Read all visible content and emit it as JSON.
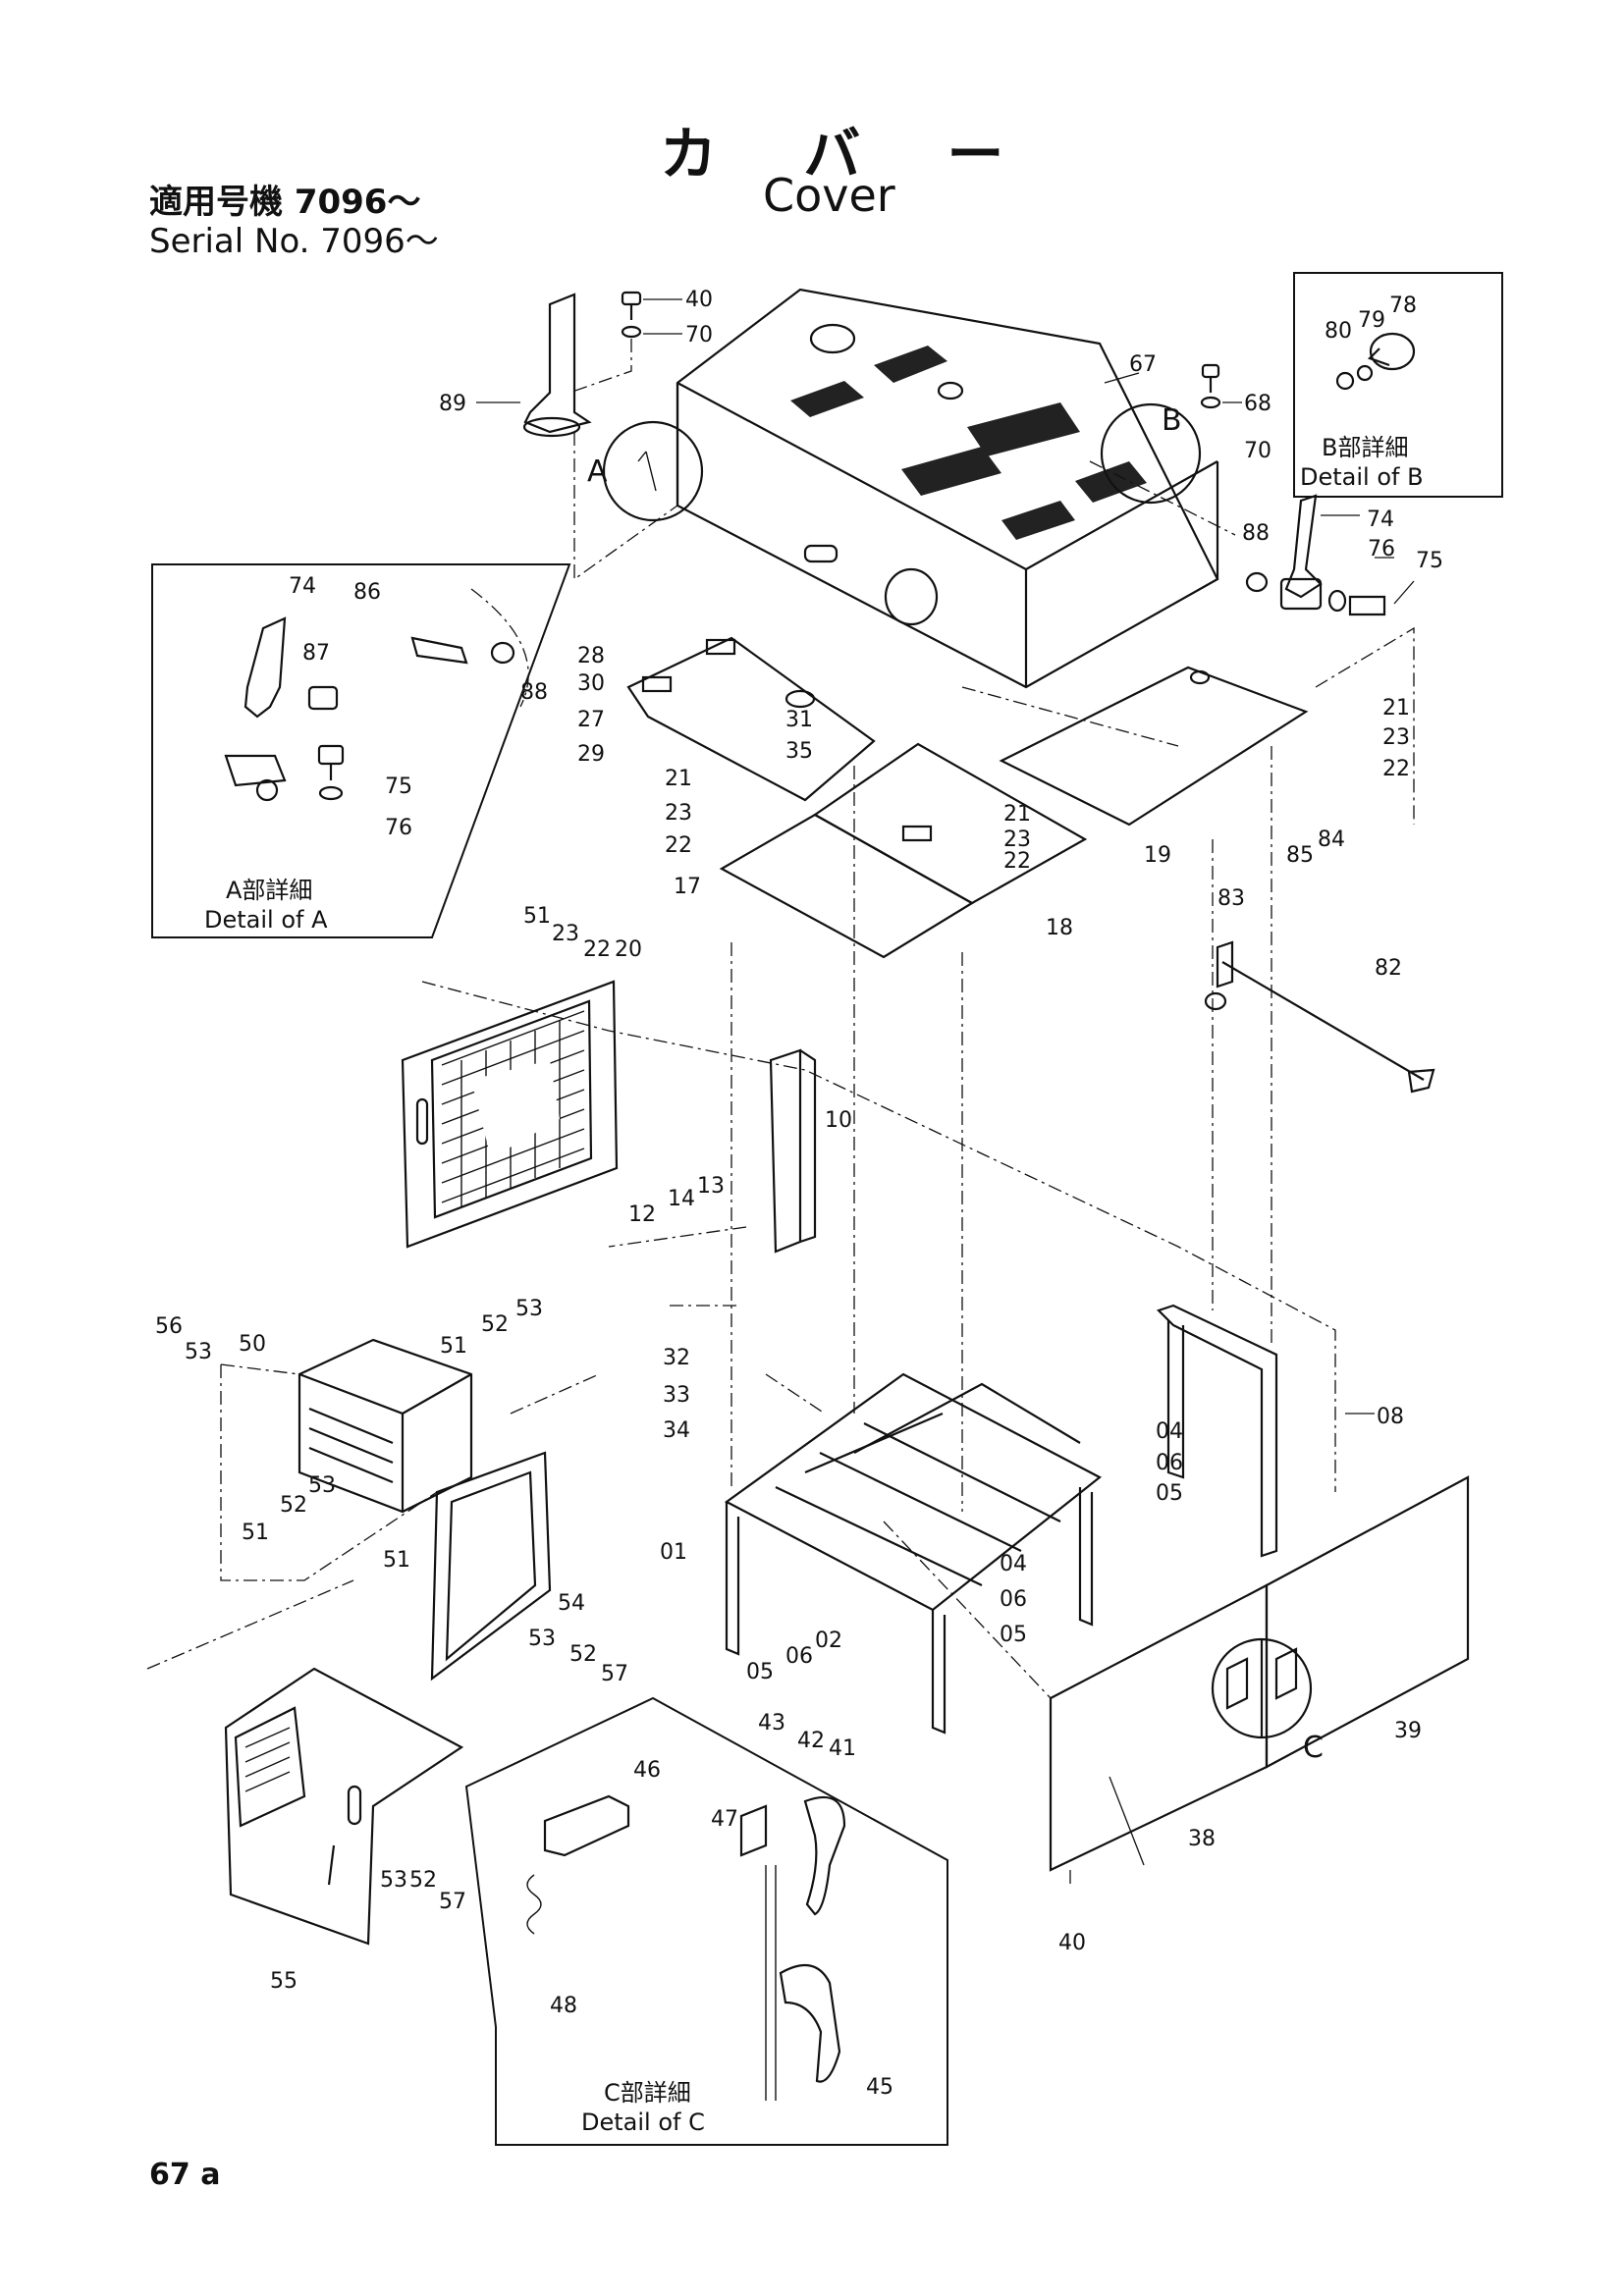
{
  "header": {
    "title_jp": "カ バ ー",
    "title_en": "Cover",
    "serial_jp": "適用号機 7096～",
    "serial_en": "Serial No.  7096～"
  },
  "details": {
    "a_jp": "A部詳細",
    "a_en": "Detail of A",
    "b_jp": "B部詳細",
    "b_en": "Detail of B",
    "c_jp": "C部詳細",
    "c_en": "Detail of C"
  },
  "callouts": {
    "A": "A",
    "B": "B",
    "C": "C"
  },
  "labels": [
    "40",
    "70",
    "89",
    "67",
    "68",
    "70",
    "78",
    "79",
    "80",
    "88",
    "74",
    "76",
    "75",
    "74",
    "86",
    "87",
    "88",
    "75",
    "76",
    "28",
    "30",
    "27",
    "29",
    "31",
    "35",
    "21",
    "23",
    "22",
    "21",
    "23",
    "22",
    "17",
    "18",
    "19",
    "21",
    "23",
    "22",
    "51",
    "23",
    "22",
    "20",
    "10",
    "12",
    "14",
    "13",
    "85",
    "84",
    "83",
    "82",
    "56",
    "53",
    "50",
    "51",
    "52",
    "53",
    "32",
    "33",
    "34",
    "04",
    "06",
    "05",
    "08",
    "53",
    "52",
    "51",
    "51",
    "54",
    "53",
    "52",
    "57",
    "01",
    "05",
    "06",
    "02",
    "04",
    "06",
    "05",
    "43",
    "42",
    "41",
    "39",
    "38",
    "40",
    "46",
    "47",
    "48",
    "45",
    "53",
    "52",
    "57",
    "55"
  ],
  "page_number": "67 a"
}
